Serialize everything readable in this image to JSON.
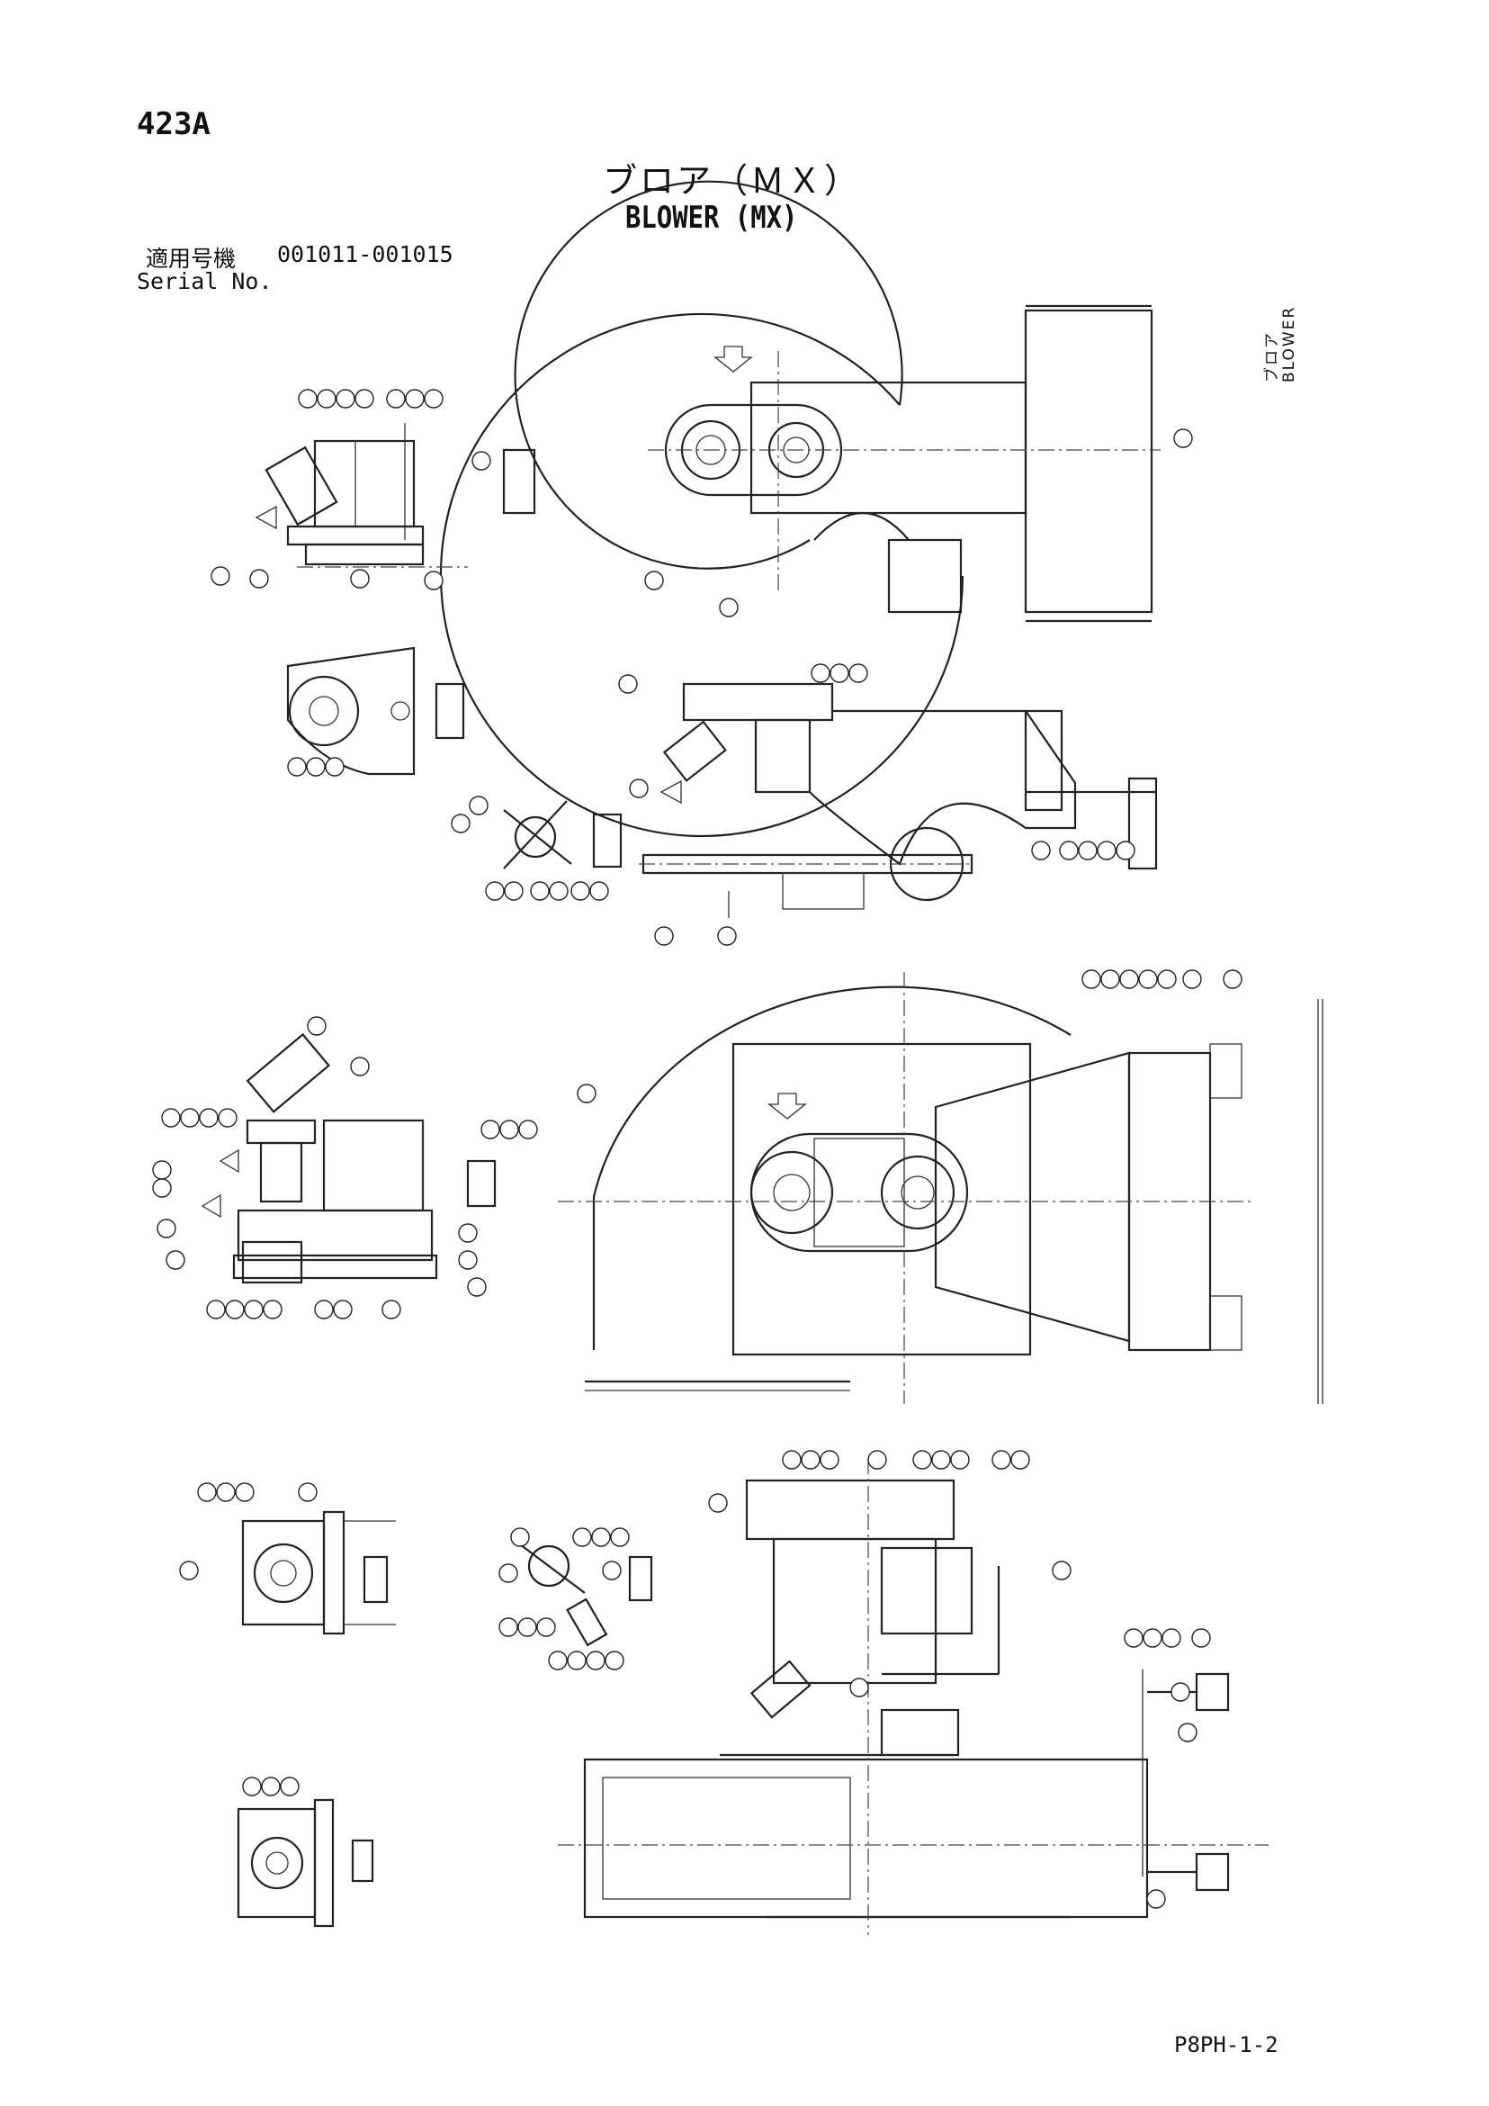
{
  "header": {
    "page_number": "423A",
    "title_jp": "ブロア（ＭＸ）",
    "title_en": "BLOWER (MX)",
    "serial_label_jp": "適用号機",
    "serial_label_en": "Serial No.",
    "serial_range": "001011-001015"
  },
  "side_label": {
    "jp": "ブロア",
    "en": "BLOWER"
  },
  "footer": {
    "code": "P8PH-1-2"
  }
}
